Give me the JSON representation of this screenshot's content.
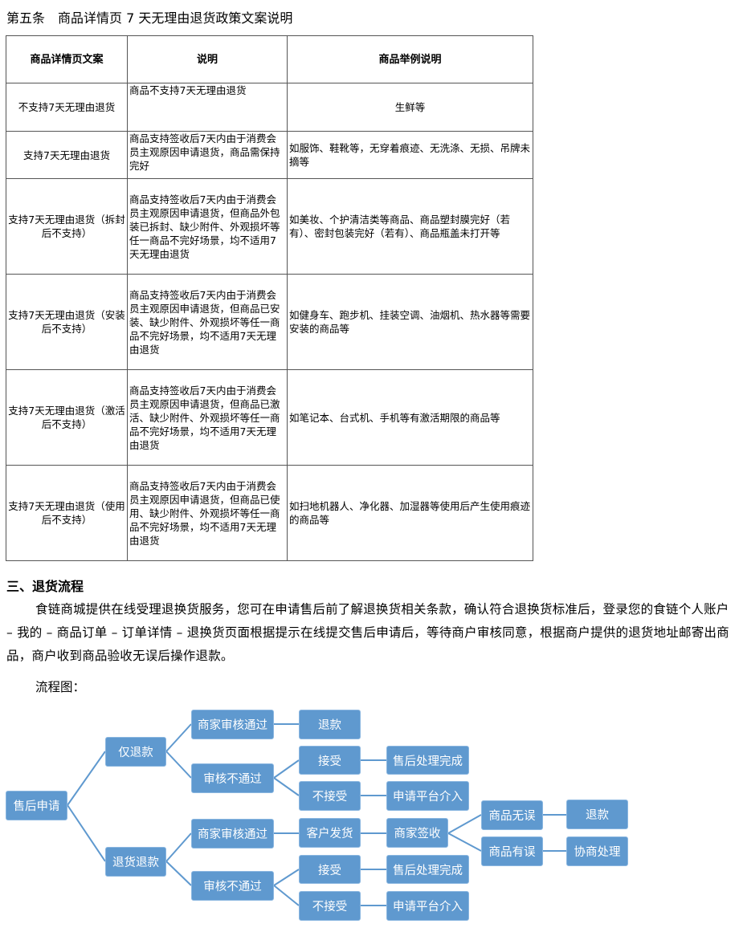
{
  "title": "第五条　商品详情页 7 天无理由退货政策文案说明",
  "table": {
    "headers": [
      "商品详情页文案",
      "说明",
      "商品举例说明"
    ],
    "rows": [
      [
        "不支持7天无理由退货",
        "商品不支持7天无理由退货",
        "生鲜等"
      ],
      [
        "支持7天无理由退货",
        "商品支持签收后7天内由于消费会员主观原因申请退货，商品需保持完好",
        "如服饰、鞋靴等，无穿着痕迹、无洗涤、无损、吊牌未摘等"
      ],
      [
        "支持7天无理由退货（拆封后不支持）",
        "商品支持签收后7天内由于消费会员主观原因申请退货，但商品外包装已拆封、缺少附件、外观损坏等任一商品不完好场景，均不适用7天无理由退货",
        "如美妆、个护清洁类等商品、商品塑封膜完好（若有）、密封包装完好（若有）、商品瓶盖未打开等"
      ],
      [
        "支持7天无理由退货（安装后不支持）",
        "商品支持签收后7天内由于消费会员主观原因申请退货，但商品已安装、缺少附件、外观损坏等任一商品不完好场景，均不适用7天无理由退货",
        "如健身车、跑步机、挂装空调、油烟机、热水器等需要安装的商品等"
      ],
      [
        "支持7天无理由退货（激活后不支持）",
        "商品支持签收后7天内由于消费会员主观原因申请退货，但商品已激活、缺少附件、外观损坏等任一商品不完好场景，均不适用7天无理由退货",
        "如笔记本、台式机、手机等有激活期限的商品等"
      ],
      [
        "支持7天无理由退货（使用后不支持）",
        "商品支持签收后7天内由于消费会员主观原因申请退货，但商品已使用、缺少附件、外观损坏等任一商品不完好场景，均不适用7天无理由退货",
        "如扫地机器人、净化器、加湿器等使用后产生使用痕迹的商品等"
      ]
    ]
  },
  "section": {
    "heading": "三、退货流程",
    "paragraph": "食链商城提供在线受理退换货服务，您可在申请售后前了解退换货相关条款，确认符合退换货标准后，登录您的食链个人账户 – 我的 – 商品订单 – 订单详情 – 退换货页面根据提示在线提交售后申请后，等待商户审核同意，根据商户提供的退货地址邮寄出商品，商户收到商品验收无误后操作退款。",
    "flow_label": "流程图："
  },
  "flow": {
    "apply": "售后申请",
    "refund_only": "仅退款",
    "return_refund": "退货退款",
    "a_pass": "商家审核通过",
    "a_fail": "审核不通过",
    "a_refund": "退款",
    "a_accept": "接受",
    "a_reject": "不接受",
    "a_done": "售后处理完成",
    "a_platform": "申请平台介入",
    "b_pass": "商家审核通过",
    "b_fail": "审核不通过",
    "b_ship": "客户发货",
    "b_sign": "商家签收",
    "b_ok": "商品无误",
    "b_bad": "商品有误",
    "b_refund": "退款",
    "b_negotiate": "协商处理",
    "b_accept": "接受",
    "b_reject": "不接受",
    "b_done": "售后处理完成",
    "b_platform": "申请平台介入"
  },
  "colors": {
    "box": "#5f99cf"
  }
}
